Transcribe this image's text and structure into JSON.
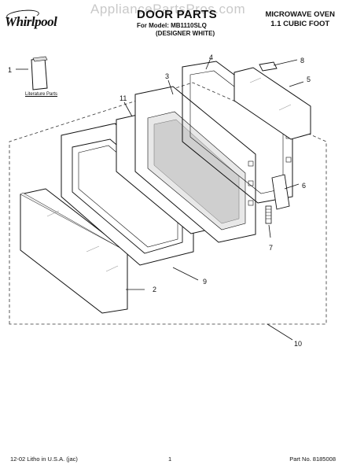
{
  "watermark": "AppliancePartsPros.com",
  "brand": "Whirlpool",
  "header": {
    "title": "DOOR PARTS",
    "model_line": "For Model: MB1110SLQ",
    "model_color": "(DESIGNER WHITE)",
    "product_line1": "MICROWAVE OVEN",
    "product_line2": "1.1 CUBIC FOOT"
  },
  "literature_label": "Literature Parts",
  "callouts": [
    "1",
    "2",
    "3",
    "4",
    "5",
    "6",
    "7",
    "8",
    "9",
    "10",
    "11"
  ],
  "footer": {
    "left": "12-02 Litho in U.S.A. (jac)",
    "page": "1",
    "part_no": "Part No. 8185008"
  }
}
